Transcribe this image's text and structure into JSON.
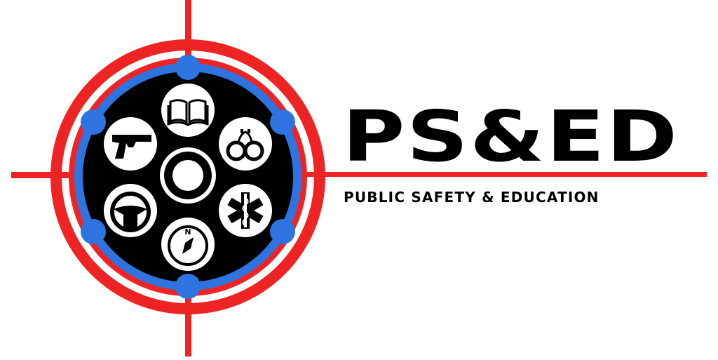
{
  "logo": {
    "title": "PS&ED",
    "subtitle": "PUBLIC SAFETY & EDUCATION"
  },
  "emblem": {
    "icons": [
      "book-icon",
      "handcuffs-icon",
      "star-of-life-icon",
      "compass-icon",
      "steering-wheel-icon",
      "pistol-icon"
    ],
    "compass_letter": "N"
  },
  "colors": {
    "crosshair_red": "#ee2424",
    "ring_blue": "#2e74e0",
    "cylinder_black": "#000000",
    "text": "#000000",
    "background": "#ffffff"
  }
}
